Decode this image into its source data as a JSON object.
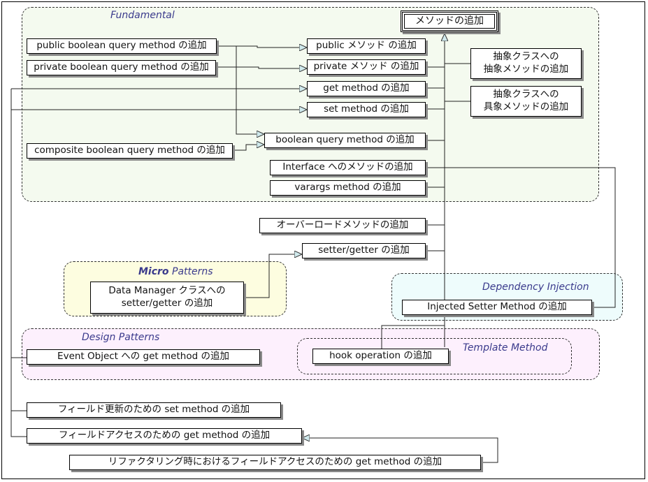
{
  "groups": {
    "fundamental": "Fundamental",
    "micro_bold": "Micro",
    "micro_rest": " Patterns",
    "dependency_injection": "Dependency Injection",
    "design_patterns": "Design Patterns",
    "template_method": "Template Method"
  },
  "nodes": {
    "root": "メソッドの追加",
    "public_bool_query": "public boolean query method の追加",
    "private_bool_query": "private boolean query method の追加",
    "public_method": "public メソッド の追加",
    "private_method": "private メソッド の追加",
    "get_method": "get method の追加",
    "set_method": "set method の追加",
    "abstract_line1": "抽象クラスへの",
    "abstract_line2": "抽象メソッドの追加",
    "concrete_line1": "抽象クラスへの",
    "concrete_line2": "具象メソッドの追加",
    "composite_bool_query": "composite boolean query method の追加",
    "bool_query": "boolean query method の追加",
    "interface_method": "Interface へのメソッドの追加",
    "varargs": "varargs method の追加",
    "overload": "オーバーロードメソッドの追加",
    "setter_getter": "setter/getter の追加",
    "dm_line1": "Data Manager クラスへの",
    "dm_line2": "setter/getter の追加",
    "injected_setter": "Injected Setter Method の追加",
    "event_object_get": "Event Object への get method の追加",
    "hook_operation": "hook operation の追加",
    "field_update_set": "フィールド更新のための set method の追加",
    "field_access_get": "フィールドアクセスのための get method の追加",
    "refactoring_get": "リファクタリング時におけるフィールドアクセスのための get method の追加"
  }
}
